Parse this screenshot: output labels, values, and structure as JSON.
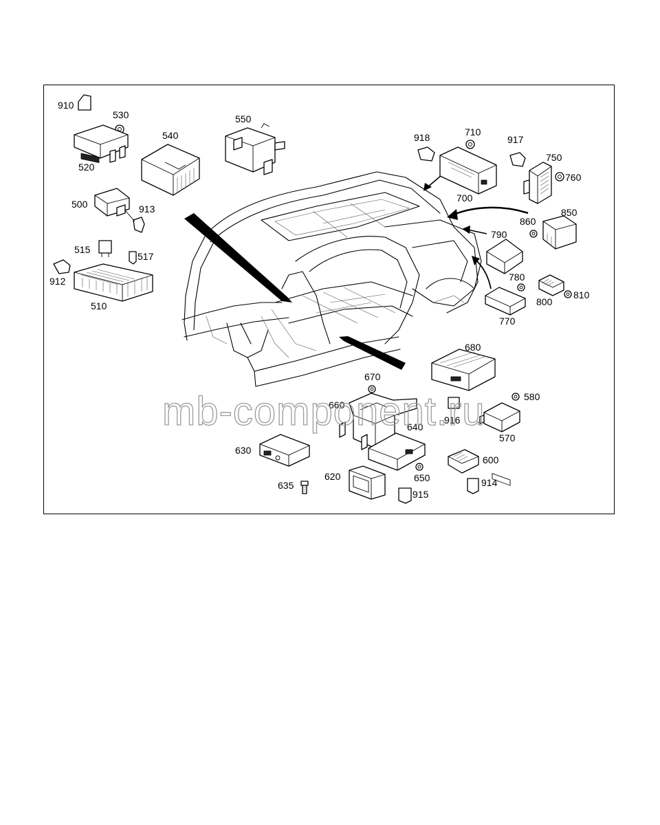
{
  "watermark": "mb-component.ru",
  "labels": {
    "l910": "910",
    "l530": "530",
    "l520": "520",
    "l540": "540",
    "l550": "550",
    "l500": "500",
    "l913": "913",
    "l515": "515",
    "l517": "517",
    "l912": "912",
    "l510": "510",
    "l918": "918",
    "l710": "710",
    "l917": "917",
    "l750": "750",
    "l760": "760",
    "l700": "700",
    "l850": "850",
    "l860": "860",
    "l790": "790",
    "l780": "780",
    "l800": "800",
    "l810": "810",
    "l770": "770",
    "l680": "680",
    "l670": "670",
    "l660": "660",
    "l580": "580",
    "l916": "916",
    "l570": "570",
    "l640": "640",
    "l630": "630",
    "l600": "600",
    "l620": "620",
    "l650": "650",
    "l914": "914",
    "l635": "635",
    "l915": "915"
  },
  "colors": {
    "line": "#000000",
    "background": "#ffffff",
    "watermark": "#9a9a9a"
  }
}
